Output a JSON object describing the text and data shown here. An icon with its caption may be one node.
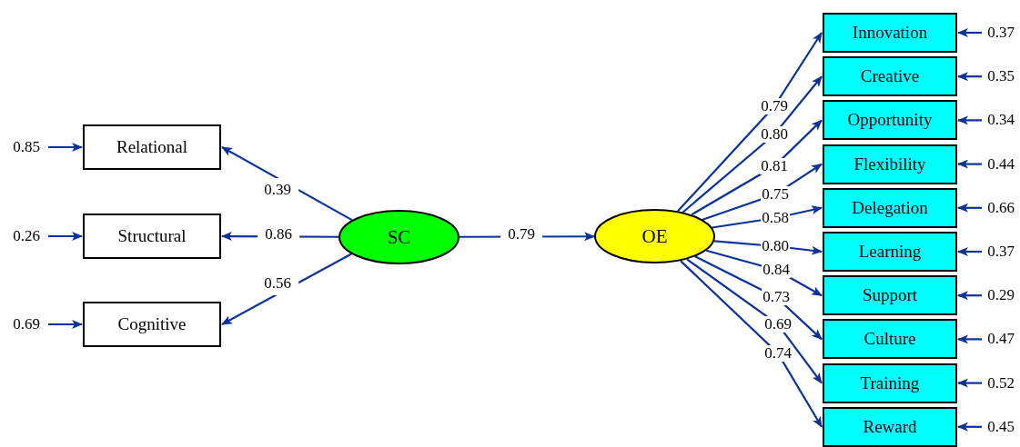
{
  "diagram": {
    "nodes": [
      {
        "text": [
          "0.85"
        ]
      },
      {
        "text": [
          "Relational"
        ]
      },
      {
        "text": [
          "0.26"
        ]
      },
      {
        "text": [
          "Structural"
        ]
      },
      {
        "text": [
          "0.69"
        ]
      },
      {
        "text": [
          "Cognitive"
        ]
      },
      {
        "text": [
          "SC"
        ]
      },
      {
        "text": [
          "OE"
        ]
      },
      {
        "text": [
          "Innovation"
        ]
      },
      {
        "text": [
          "0.37"
        ]
      },
      {
        "text": [
          "Creative"
        ]
      },
      {
        "text": [
          "0.35"
        ]
      },
      {
        "text": [
          "Opportunity"
        ]
      },
      {
        "text": [
          "0.34"
        ]
      },
      {
        "text": [
          "Flexibility"
        ]
      },
      {
        "text": [
          "0.44"
        ]
      },
      {
        "text": [
          "Delegation"
        ]
      },
      {
        "text": [
          "0.66"
        ]
      },
      {
        "text": [
          "Learning"
        ]
      },
      {
        "text": [
          "0.37"
        ]
      },
      {
        "text": [
          "Support"
        ]
      },
      {
        "text": [
          "0.29"
        ]
      },
      {
        "text": [
          "Culture"
        ]
      },
      {
        "text": [
          "0.47"
        ]
      },
      {
        "text": [
          "Training"
        ]
      },
      {
        "text": [
          "0.52"
        ]
      },
      {
        "text": [
          "Reward"
        ]
      },
      {
        "text": [
          "0.45"
        ]
      }
    ],
    "edges": [
      {
        "from": 0,
        "to": 1,
        "arrow": "to"
      },
      {
        "from": 2,
        "to": 3,
        "arrow": "to"
      },
      {
        "from": 4,
        "to": 5,
        "arrow": "to"
      },
      {
        "from": 6,
        "to": 1,
        "arrow": "to",
        "label": "0.39"
      },
      {
        "from": 6,
        "to": 3,
        "arrow": "to",
        "label": "0.86"
      },
      {
        "from": 6,
        "to": 5,
        "arrow": "to",
        "label": "0.56"
      },
      {
        "from": 6,
        "to": 7,
        "arrow": "to",
        "label": "0.79"
      },
      {
        "from": 7,
        "to": 8,
        "arrow": "to",
        "label": "0.79"
      },
      {
        "from": 7,
        "to": 10,
        "arrow": "to",
        "label": "0.80"
      },
      {
        "from": 7,
        "to": 12,
        "arrow": "to",
        "label": "0.81"
      },
      {
        "from": 7,
        "to": 14,
        "arrow": "to",
        "label": "0.75"
      },
      {
        "from": 7,
        "to": 16,
        "arrow": "to",
        "label": "0.58"
      },
      {
        "from": 7,
        "to": 18,
        "arrow": "to",
        "label": "0.80"
      },
      {
        "from": 7,
        "to": 20,
        "arrow": "to",
        "label": "0.84"
      },
      {
        "from": 7,
        "to": 22,
        "arrow": "to",
        "label": "0.73"
      },
      {
        "from": 7,
        "to": 24,
        "arrow": "to",
        "label": "0.69"
      },
      {
        "from": 7,
        "to": 26,
        "arrow": "to",
        "label": "0.74"
      },
      {
        "from": 9,
        "to": 8,
        "arrow": "to"
      },
      {
        "from": 11,
        "to": 10,
        "arrow": "to"
      },
      {
        "from": 13,
        "to": 12,
        "arrow": "to"
      },
      {
        "from": 15,
        "to": 14,
        "arrow": "to"
      },
      {
        "from": 17,
        "to": 16,
        "arrow": "to"
      },
      {
        "from": 19,
        "to": 18,
        "arrow": "to"
      },
      {
        "from": 21,
        "to": 20,
        "arrow": "to"
      },
      {
        "from": 23,
        "to": 22,
        "arrow": "to"
      },
      {
        "from": 25,
        "to": 24,
        "arrow": "to"
      },
      {
        "from": 27,
        "to": 26,
        "arrow": "to"
      }
    ]
  }
}
